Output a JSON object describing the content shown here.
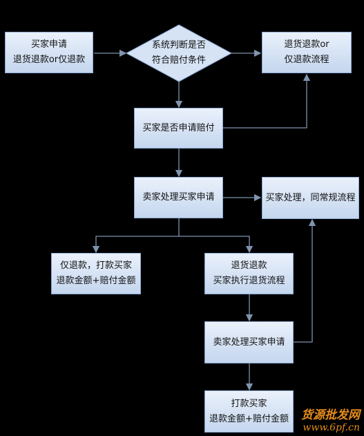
{
  "nodes": {
    "buyer_apply": [
      "买家申请",
      "退货退款or仅退款"
    ],
    "system_judge": [
      "系统判断是否",
      "符合赔付条件"
    ],
    "return_refund_flow": [
      "退货退款or",
      "仅退款流程"
    ],
    "buyer_claim": [
      "买家是否申请赔付"
    ],
    "seller_handle_1": [
      "卖家处理买家申请"
    ],
    "buyer_handle": [
      "买家处理，同常规流程"
    ],
    "refund_only": [
      "仅退款，打款买家",
      "退款金额+赔付金额"
    ],
    "return_refund": [
      "退货退款",
      "买家执行退货流程"
    ],
    "seller_handle_2": [
      "卖家处理买家申请"
    ],
    "pay_buyer": [
      "打款买家",
      "退款金额+赔付金额"
    ]
  },
  "watermark": {
    "title": "货源批发网",
    "url": "www.6pf.cn"
  },
  "colors": {
    "background": "#000000",
    "node_fill": "#d6e3f5",
    "edge": "#7f94ad",
    "watermark": "#e68c1c"
  }
}
